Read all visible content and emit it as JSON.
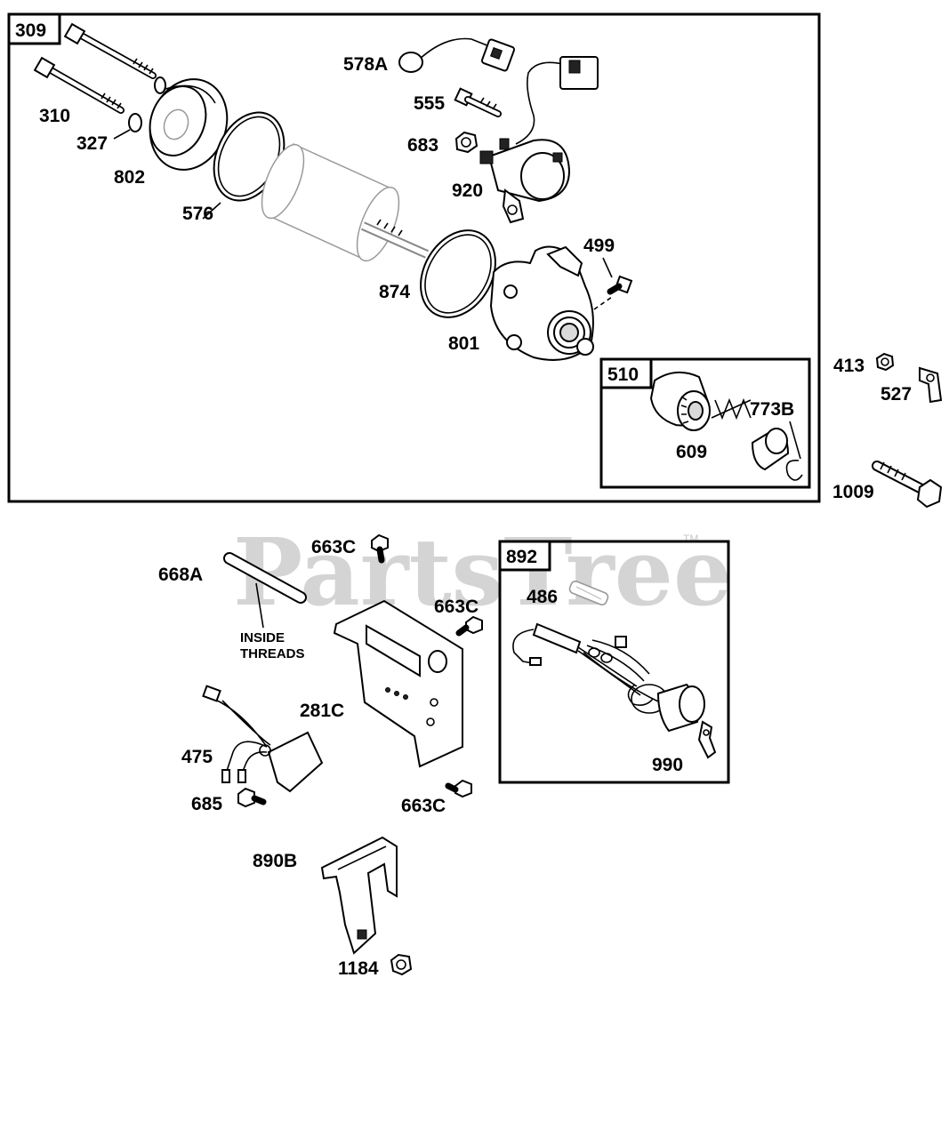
{
  "watermark": {
    "text": "PartsTree",
    "trademark": "TM"
  },
  "assemblies": [
    {
      "id": "309"
    },
    {
      "id": "510"
    },
    {
      "id": "892"
    }
  ],
  "callouts": {
    "p578A": "578A",
    "p555": "555",
    "p683": "683",
    "p920": "920",
    "p310": "310",
    "p327": "327",
    "p802": "802",
    "p576": "576",
    "p499": "499",
    "p874": "874",
    "p801": "801",
    "p413": "413",
    "p527": "527",
    "p773B": "773B",
    "p609": "609",
    "p1009": "1009",
    "p663C_top": "663C",
    "p663C_mid": "663C",
    "p663C_bot": "663C",
    "p668A": "668A",
    "p486": "486",
    "p281C": "281C",
    "p475": "475",
    "p685": "685",
    "p990": "990",
    "p890B": "890B",
    "p1184": "1184"
  },
  "notes": {
    "inside_threads_line1": "INSIDE",
    "inside_threads_line2": "THREADS"
  }
}
